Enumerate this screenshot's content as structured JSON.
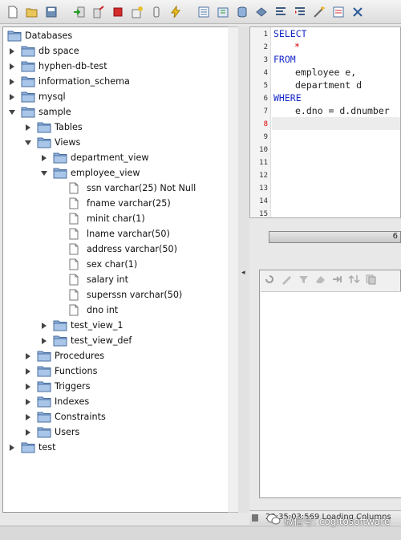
{
  "toolbar": {
    "buttons": [
      "new-file-icon",
      "open-folder-icon",
      "save-icon",
      "connect-icon",
      "disconnect-icon",
      "stop-icon",
      "commit-icon",
      "rollback-icon",
      "execute-icon",
      "export-icon",
      "import-icon",
      "database-icon",
      "schema-icon",
      "format-icon",
      "indent-icon",
      "wand-icon",
      "list-icon",
      "close-icon"
    ]
  },
  "tree": {
    "root": "Databases",
    "db_space": "db space",
    "hyphen_db_test": "hyphen-db-test",
    "information_schema": "information_schema",
    "mysql": "mysql",
    "sample": "sample",
    "tables": "Tables",
    "views": "Views",
    "department_view": "department_view",
    "employee_view": "employee_view",
    "columns": [
      "ssn varchar(25) Not Null",
      "fname varchar(25)",
      "minit char(1)",
      "lname varchar(50)",
      "address varchar(50)",
      "sex char(1)",
      "salary int",
      "superssn varchar(50)",
      "dno int"
    ],
    "test_view_1": "test_view_1",
    "test_view_def": "test_view_def",
    "procedures": "Procedures",
    "functions": "Functions",
    "triggers": "Triggers",
    "indexes": "Indexes",
    "constraints": "Constraints",
    "users": "Users",
    "test": "test"
  },
  "editor": {
    "line_numbers": [
      "1",
      "2",
      "3",
      "4",
      "5",
      "6",
      "7",
      "8",
      "9",
      "10",
      "11",
      "12",
      "13",
      "14",
      "15"
    ],
    "code": {
      "l1": "SELECT",
      "l2": "*",
      "l3": "FROM",
      "l4": "employee e,",
      "l5": "department d",
      "l6": "WHERE",
      "l7": "e.dno = d.dnumber"
    }
  },
  "progress": {
    "text": "6"
  },
  "status": {
    "text": "23:35:03:569 Loading Columns"
  },
  "watermark": {
    "text": "微信号: cogitosoftware"
  }
}
